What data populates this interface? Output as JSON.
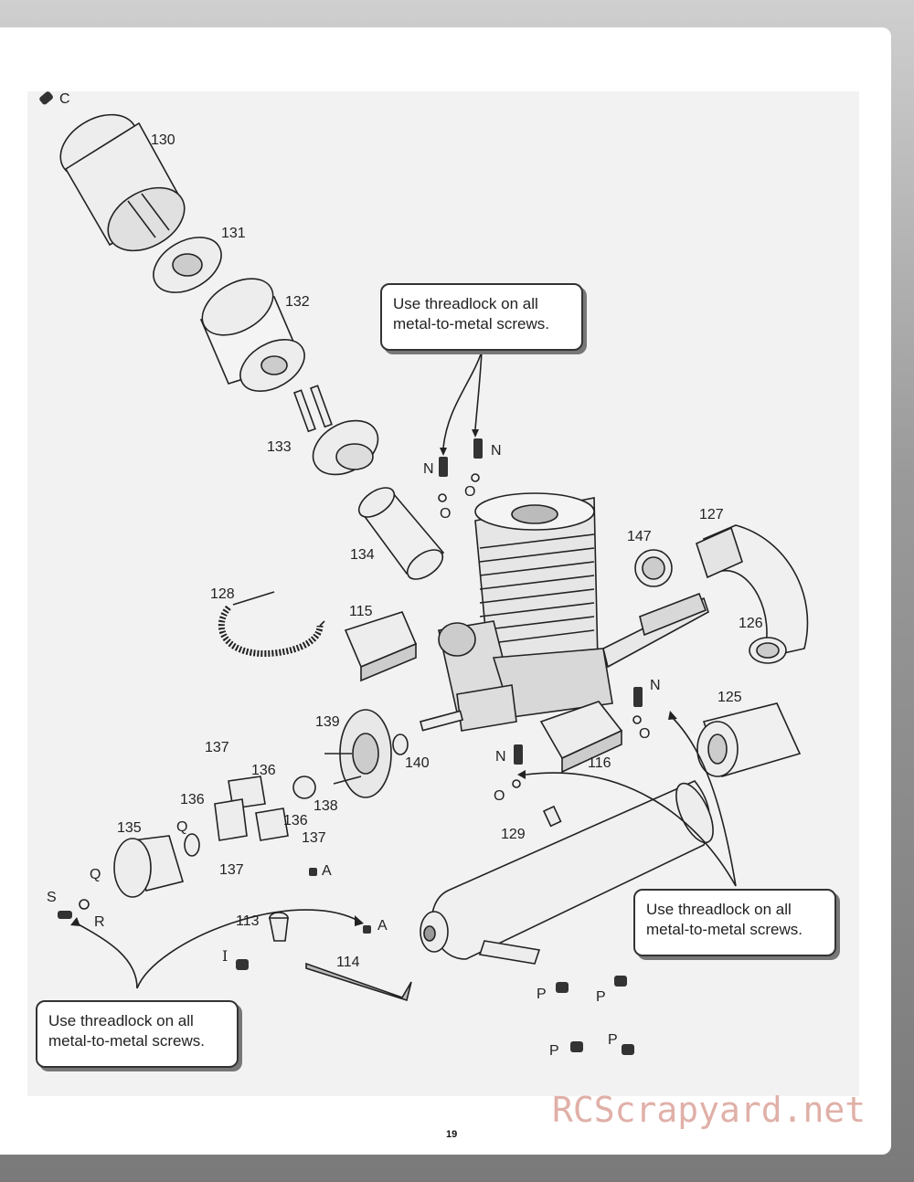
{
  "callouts": {
    "top": [
      "Use threadlock on all",
      "metal-to-metal screws."
    ],
    "right": [
      "Use threadlock on all",
      "metal-to-metal screws."
    ],
    "left": [
      "Use threadlock on all",
      "metal-to-metal screws."
    ]
  },
  "part_labels": {
    "p130": "130",
    "p131": "131",
    "p132": "132",
    "p133": "133",
    "p134": "134",
    "p128": "128",
    "p115": "115",
    "p147": "147",
    "p127": "127",
    "p126": "126",
    "p125": "125",
    "p116": "116",
    "p139": "139",
    "p140": "140",
    "p138": "138",
    "p137a": "137",
    "p137b": "137",
    "p137c": "137",
    "p136a": "136",
    "p136b": "136",
    "p136c": "136",
    "p135": "135",
    "p129": "129",
    "p113": "113",
    "p114": "114"
  },
  "hardware_labels": {
    "c": "C",
    "n1": "N",
    "n2": "N",
    "n3": "N",
    "n4": "N",
    "o1": "O",
    "o2": "O",
    "o3": "O",
    "o4": "O",
    "q1": "Q",
    "q2": "Q",
    "r": "R",
    "s": "S",
    "a1": "A",
    "a2": "A",
    "i": "I",
    "p1": "P",
    "p2": "P",
    "p3": "P",
    "p4": "P"
  },
  "page_number": "19",
  "watermark": "RCScrapyard.net"
}
